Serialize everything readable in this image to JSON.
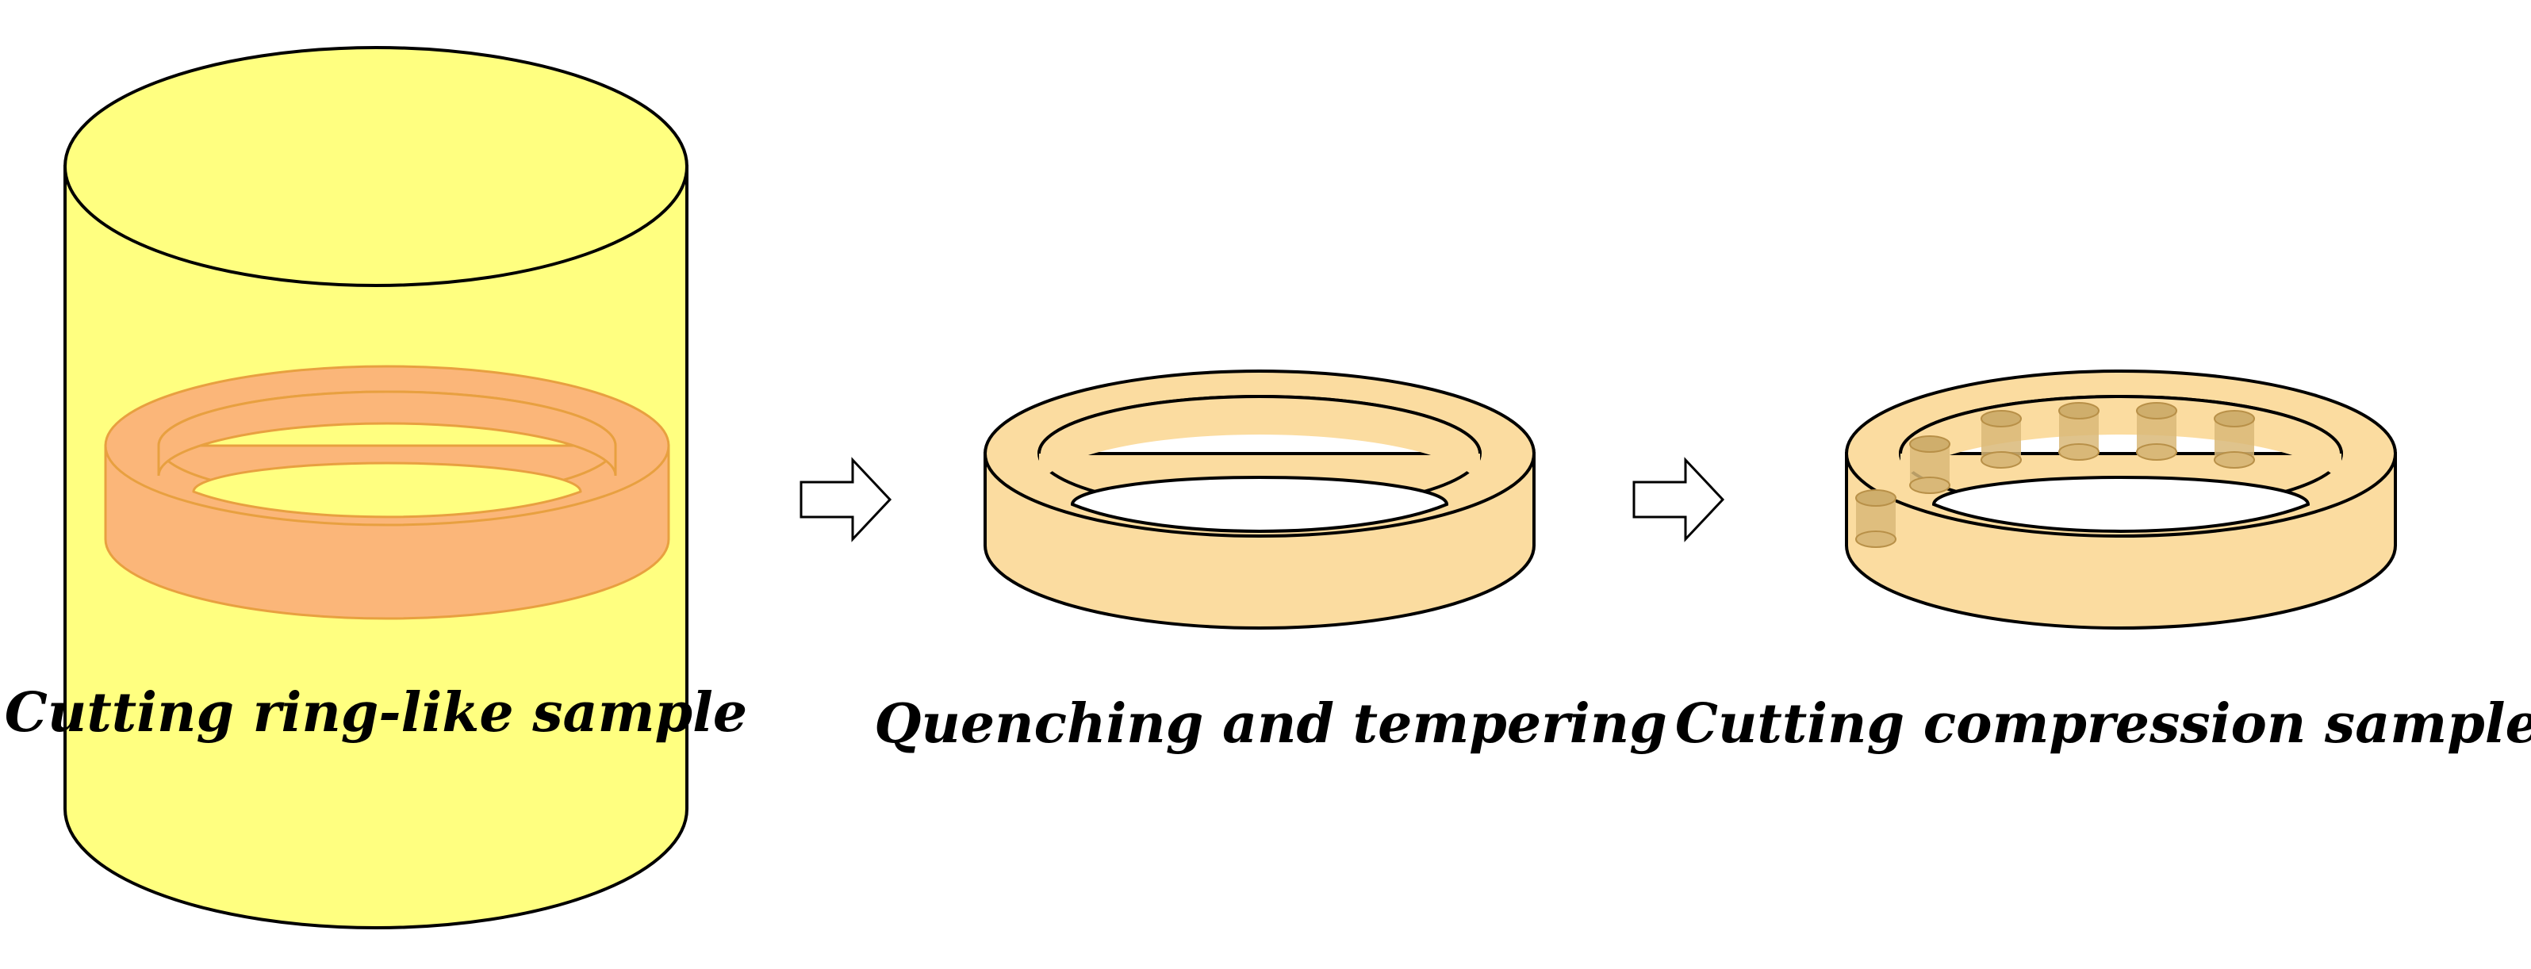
{
  "steps": [
    {
      "id": "cutting-ring",
      "caption": "Cutting ring-like sample"
    },
    {
      "id": "quenching",
      "caption": "Quenching and tempering"
    },
    {
      "id": "cutting-compression",
      "caption": "Cutting compression samples"
    }
  ],
  "colors": {
    "billet_fill": "#ffff80",
    "ring_in_billet_fill": "#fbb679",
    "ring_in_billet_stroke": "#e8a040",
    "ring_fill": "#fbdca0",
    "ring_stroke": "#000000",
    "sample_fill": "#d9b878",
    "sample_stroke": "#b89048",
    "arrow_fill": "#ffffff",
    "outline": "#000000"
  },
  "compression_samples": 6
}
